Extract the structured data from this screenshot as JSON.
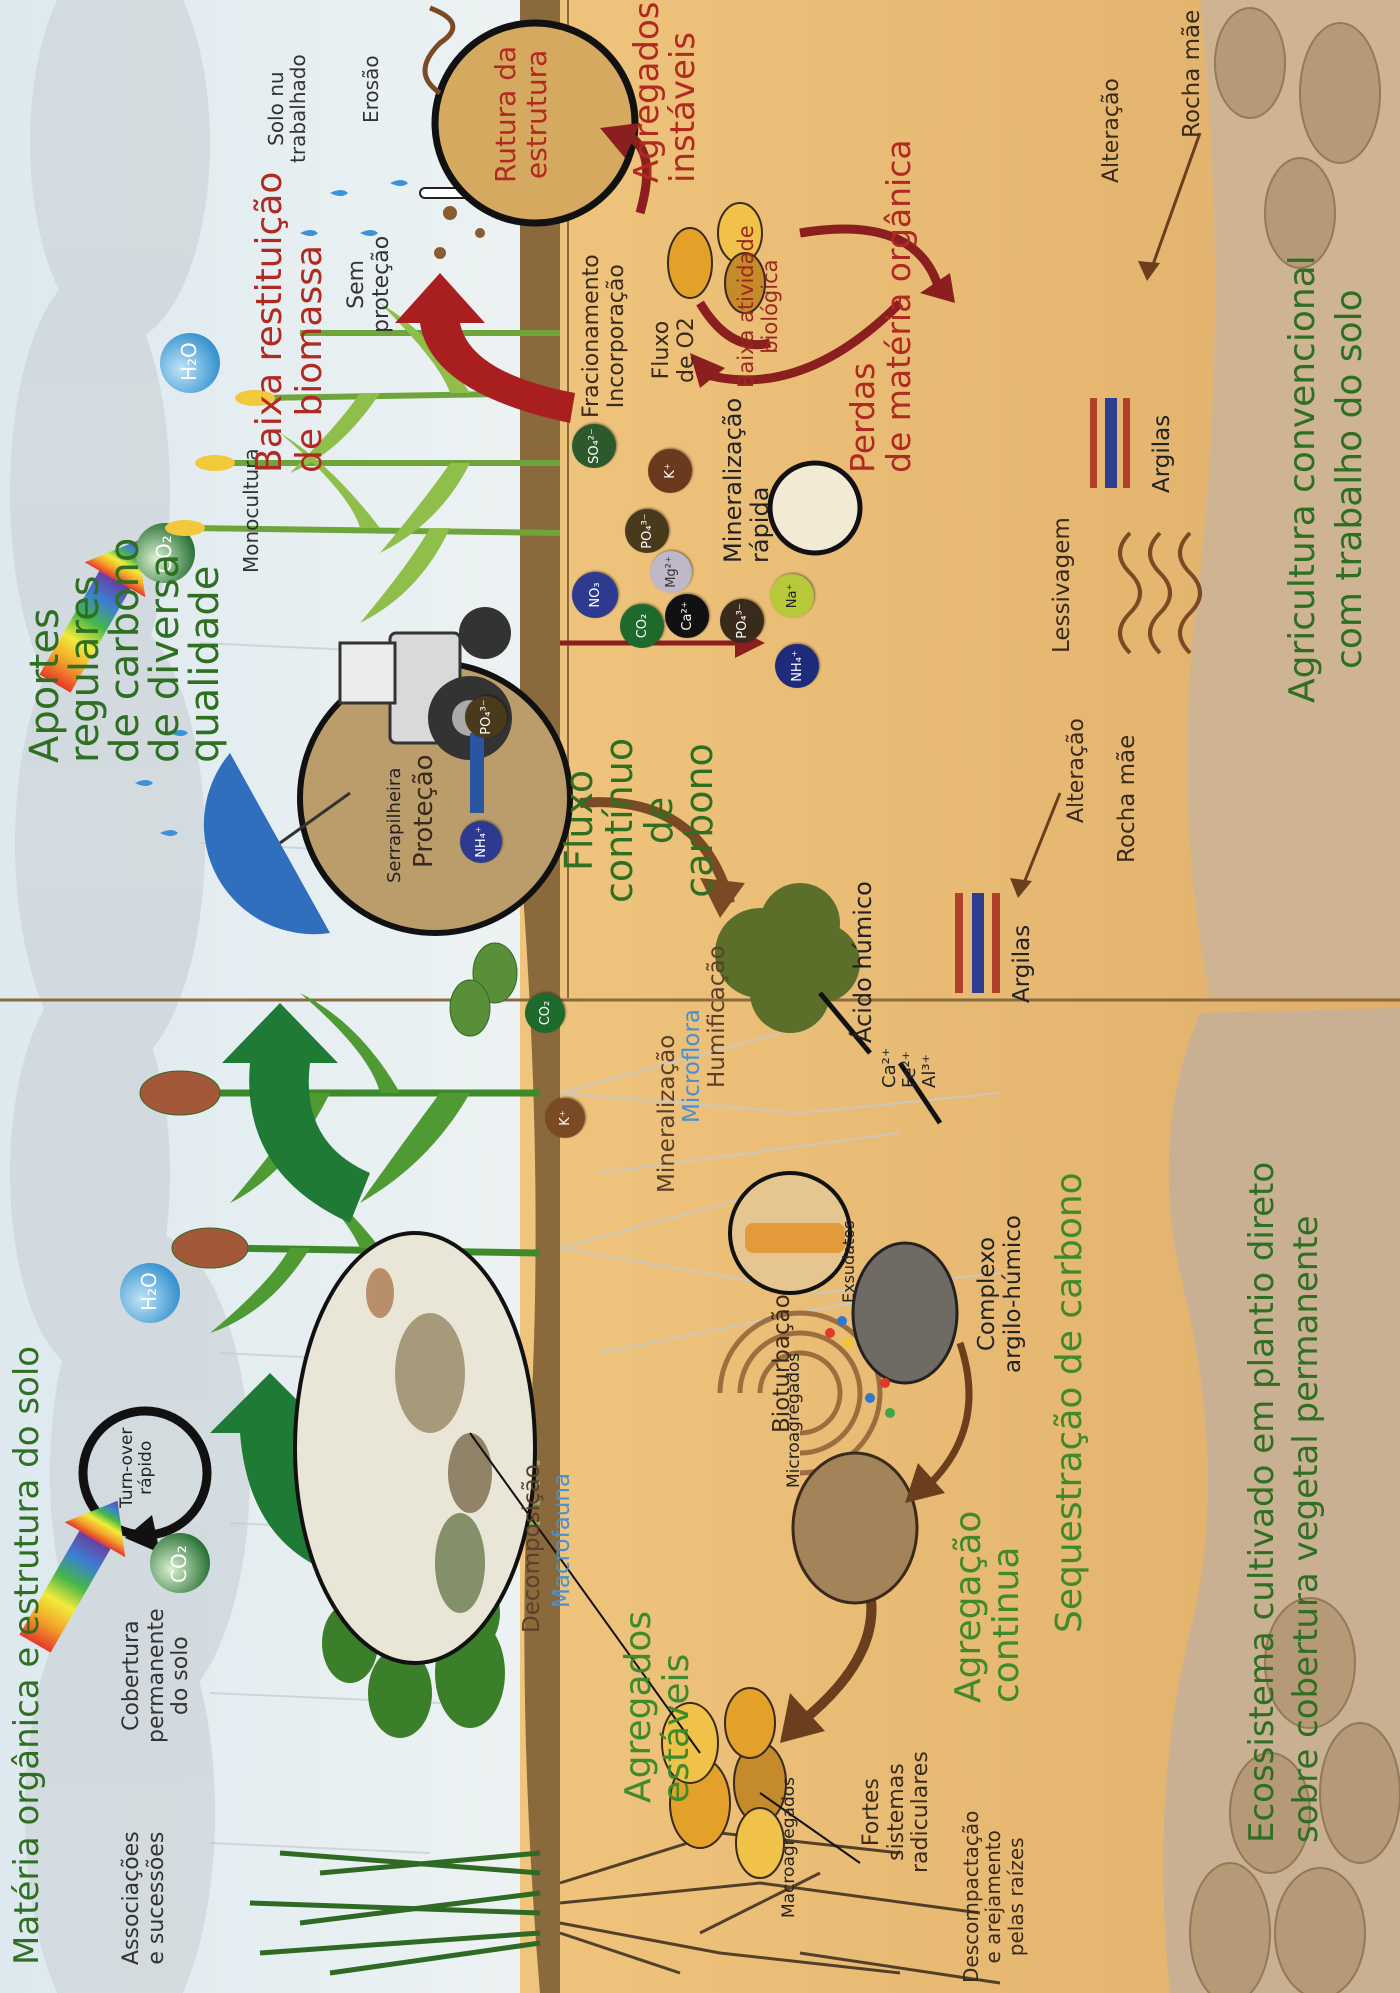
{
  "left_panel": {
    "title": "Matéria orgânica e estrutura do solo",
    "associacoes": "Associações\ne sucessões",
    "cobertura": "Cobertura\npermanente\ndo solo",
    "turnover": "Turn-over\nrápido",
    "h2o": "H₂O",
    "co2": "CO₂",
    "aportes": "Aportes\nregulares\nde carbono\nde diversa\nqualidade",
    "decomposicao": "Decomposição",
    "macrofauna": "Macrofauna",
    "serrapilheira": "Serrapilheira",
    "protecao": "Proteção",
    "fluxo_carbono": "Fluxo\ncontínuo\nde\ncarbono",
    "agregados_estaveis": "Agregados\nestáveis",
    "bioturbacao": "Bioturbação",
    "mineralizacao": "Mineralização",
    "microflora": "Microflora",
    "humificacao": "Humificação",
    "acido_humico": "Ácido húmico",
    "exsudatos": "Exsudatos",
    "microagregados": "Microagregados",
    "macroagregados": "Macroagregados",
    "complexo": "Complexo\nargilo-húmico",
    "ions": "Ca²⁺\nFe²⁺\nAl³⁺",
    "argilas": "Argilas",
    "alteracao": "Alteração",
    "rocha_mae": "Rocha mãe",
    "fortes": "Fortes\nsistemas\nradiculares",
    "descompactacao": "Descompactação\ne arejamento\npelas raízes",
    "agregacao": "Agregação\ncontinua",
    "sequestracao": "Sequestração de carbono",
    "footer": "Ecossistema cultivado em plantio direto\nsobre cobertura vegetal permanente",
    "chips": {
      "nh4": "NH₄⁺",
      "po4": "PO₄³⁻",
      "k": "K⁺",
      "co2_soil": "CO₂"
    }
  },
  "right_panel": {
    "monocultura": "Monocultura",
    "baixa_restituicao": "Baixa restituição\nde biomassa",
    "sem_protecao": "Sem\nproteção",
    "solo_nu": "Solo nu\ntrabalhado",
    "erosao": "Erosão",
    "rutura": "Rutura da\nestrutura",
    "agregados_instaveis": "Agregados\ninstáveis",
    "fracionamento": "Fracionamento\nIncorporação",
    "fluxo_o2": "Fluxo\nde O2",
    "baixa_atividade": "Baixa atividade\nbiológica",
    "mineralizacao_rapida": "Mineralização\nrápida",
    "perdas": "Perdas\nde matéria orgânica",
    "lessivagem": "Lessivagem",
    "argilas": "Argilas",
    "alteracao": "Alteração",
    "rocha_mae": "Rocha mãe",
    "footer": "Agricultura convencional\ncom trabalho do solo",
    "h2o": "H₂O",
    "co2": "CO₂",
    "chips": {
      "no3": "NO₃",
      "co2": "CO₂",
      "ca": "Ca²⁺",
      "mg": "Mg²⁺",
      "po4a": "PO₄³⁻",
      "po4b": "PO₄³⁻",
      "k": "K⁺",
      "so4": "SO₄²⁻",
      "na": "Na⁺",
      "nh4": "NH₄⁺"
    }
  },
  "colors": {
    "sky": "#e4eef3",
    "soil": "#ecbf73",
    "soil_deep": "#dcae6c",
    "rock": "#c4ab8a",
    "green_text": "#3f8a2c",
    "red_text": "#9b2a1e",
    "divider": "#8b6a3e"
  }
}
